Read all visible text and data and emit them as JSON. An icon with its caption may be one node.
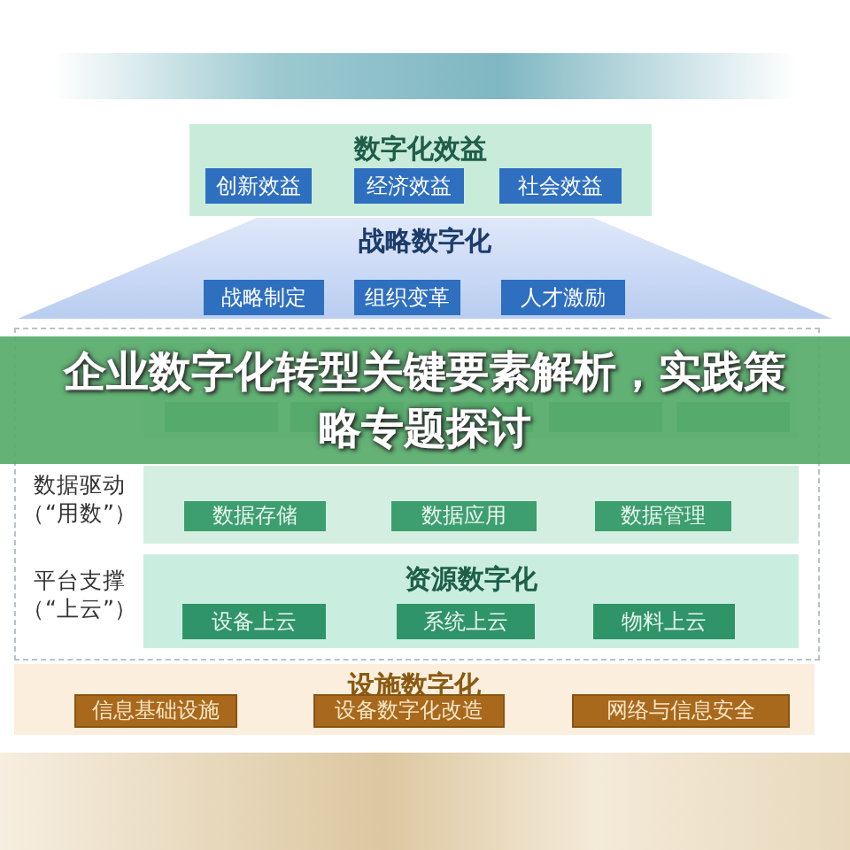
{
  "diagram": {
    "title": "企业数字化转型关键要素解析，实践策略专题探讨",
    "nodes": [
      {
        "text": [
          "数字化效益"
        ]
      },
      {
        "text": [
          "创新效益"
        ],
        "in": 0
      },
      {
        "text": [
          "经济效益"
        ],
        "in": 0
      },
      {
        "text": [
          "社会效益"
        ],
        "in": 0
      },
      {
        "text": [
          "战略数字化"
        ]
      },
      {
        "text": [
          "战略制定"
        ],
        "in": 4
      },
      {
        "text": [
          "组织变革"
        ],
        "in": 4
      },
      {
        "text": [
          "人才激励"
        ],
        "in": 4
      },
      {
        "text": [],
        "shape": "box"
      },
      {
        "text": [],
        "shape": "box",
        "in": 8
      },
      {
        "text": [],
        "shape": "box",
        "in": 9
      },
      {
        "text": [],
        "shape": "box",
        "in": 9
      },
      {
        "text": [],
        "shape": "box",
        "in": 9
      },
      {
        "text": [],
        "shape": "box",
        "in": 9
      },
      {
        "text": [],
        "shape": "box",
        "in": 9
      },
      {
        "text": [],
        "shape": "box",
        "in": 8
      },
      {
        "text": [
          "数据存储"
        ],
        "in": 15
      },
      {
        "text": [
          "数据应用"
        ],
        "in": 15
      },
      {
        "text": [
          "数据管理"
        ],
        "in": 15
      },
      {
        "text": [
          "资源数字化"
        ],
        "in": 8
      },
      {
        "text": [
          "设备上云"
        ],
        "in": 19
      },
      {
        "text": [
          "系统上云"
        ],
        "in": 19
      },
      {
        "text": [
          "物料上云"
        ],
        "in": 19
      },
      {
        "text": [
          "设施数字化"
        ]
      },
      {
        "text": [
          "信息基础设施"
        ],
        "in": 23
      },
      {
        "text": [
          "设备数字化改造"
        ],
        "in": 23
      },
      {
        "text": [
          "网络与信息安全"
        ],
        "in": 23
      }
    ],
    "labels": [
      "数据驱动（“用数”）",
      "平台支撑（“上云”）"
    ]
  }
}
